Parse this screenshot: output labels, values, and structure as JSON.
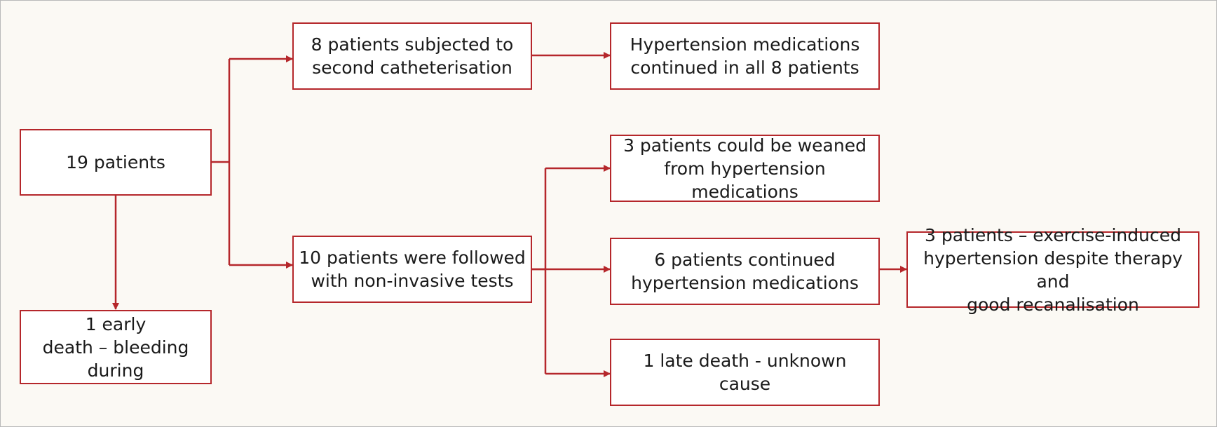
{
  "diagram": {
    "line_color": "#b5272b",
    "box_border_color": "#b5272b",
    "background_color": "#fbf9f4",
    "nodes": {
      "total": "19 patients",
      "early_death": "1 early\ndeath – bleeding\nduring",
      "second_cath": "8 patients subjected to\nsecond catheterisation",
      "continued_all": "Hypertension medications\ncontinued in all 8 patients",
      "noninvasive": "10 patients were followed\nwith non-invasive tests",
      "weaned": "3 patients could be weaned\nfrom hypertension medications",
      "continued_six": "6 patients continued\nhypertension medications",
      "exercise_induced": "3 patients – exercise-induced\nhypertension despite therapy and\ngood recanalisation",
      "late_death": "1 late death - unknown\ncause"
    }
  }
}
